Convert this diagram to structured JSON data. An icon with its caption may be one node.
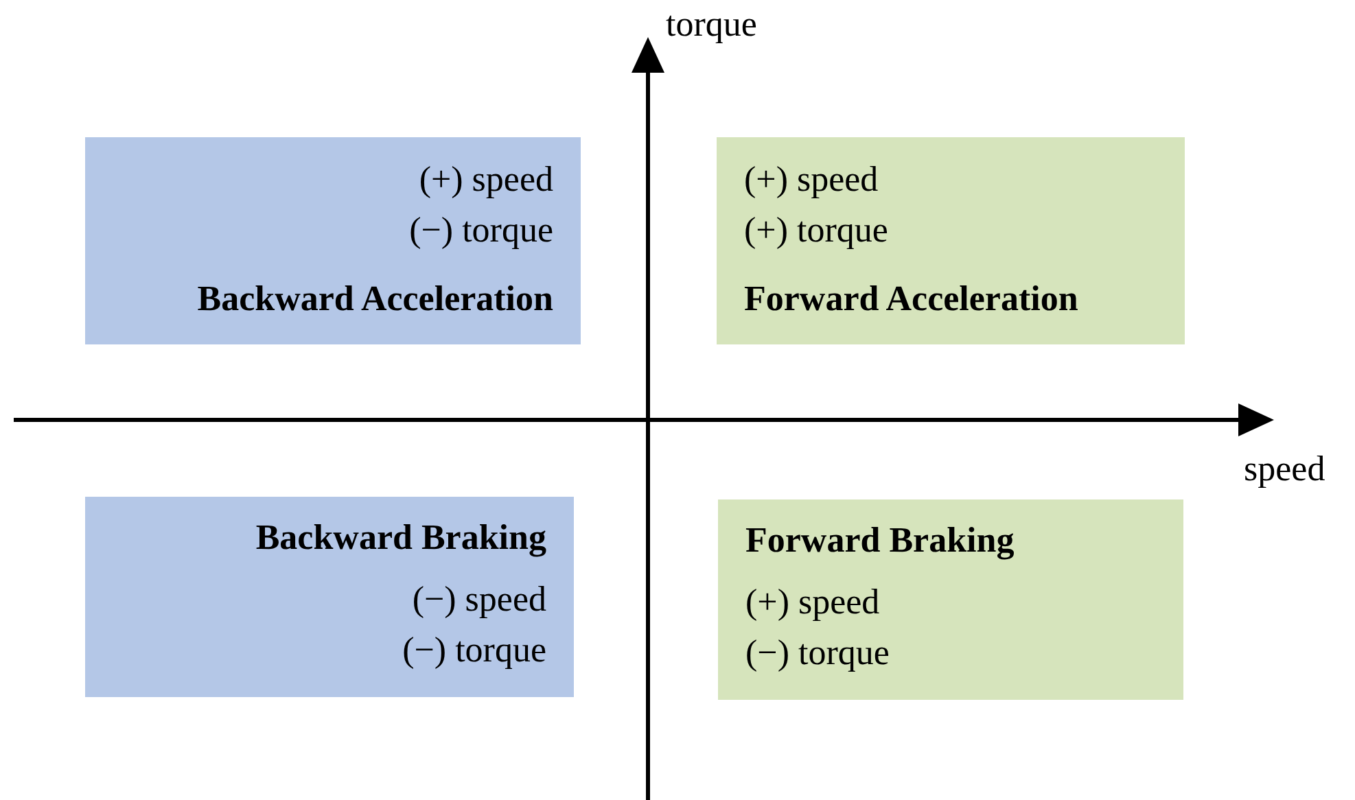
{
  "diagram": {
    "nodes": [
      {
        "text": [
          "(+) speed",
          "(−) torque",
          "Backward Acceleration"
        ]
      },
      {
        "text": [
          "(+) speed",
          "(+) torque",
          "Forward Acceleration"
        ]
      },
      {
        "text": [
          "Backward Braking",
          "(−) speed",
          "(−) torque"
        ]
      },
      {
        "text": [
          "Forward Braking",
          "(+) speed",
          "(−) torque"
        ]
      }
    ],
    "edges": [],
    "labels": [
      "torque",
      "speed"
    ]
  }
}
